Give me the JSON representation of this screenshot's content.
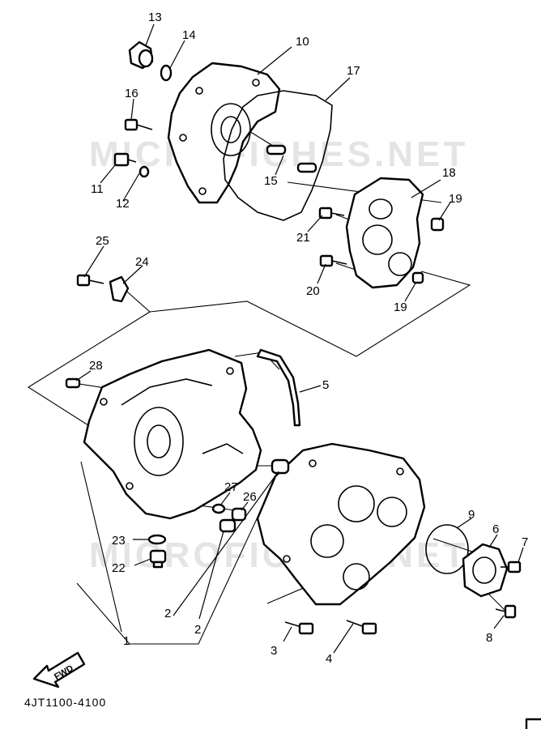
{
  "diagram_code": "4JT1100-4100",
  "fwd_label": "FWD",
  "watermark_top": "MICROFICHES.NET",
  "watermark_bottom": "MICROFICHES.NET",
  "callouts": [
    {
      "id": "c13",
      "text": "13"
    },
    {
      "id": "c14",
      "text": "14"
    },
    {
      "id": "c10",
      "text": "10"
    },
    {
      "id": "c17",
      "text": "17"
    },
    {
      "id": "c16",
      "text": "16"
    },
    {
      "id": "c11",
      "text": "11"
    },
    {
      "id": "c12",
      "text": "12"
    },
    {
      "id": "c15",
      "text": "15"
    },
    {
      "id": "c18",
      "text": "18"
    },
    {
      "id": "c19a",
      "text": "19"
    },
    {
      "id": "c21",
      "text": "21"
    },
    {
      "id": "c20",
      "text": "20"
    },
    {
      "id": "c19b",
      "text": "19"
    },
    {
      "id": "c25",
      "text": "25"
    },
    {
      "id": "c24",
      "text": "24"
    },
    {
      "id": "c28",
      "text": "28"
    },
    {
      "id": "c5",
      "text": "5"
    },
    {
      "id": "c27",
      "text": "27"
    },
    {
      "id": "c26",
      "text": "26"
    },
    {
      "id": "c23",
      "text": "23"
    },
    {
      "id": "c22",
      "text": "22"
    },
    {
      "id": "c9",
      "text": "9"
    },
    {
      "id": "c6",
      "text": "6"
    },
    {
      "id": "c7",
      "text": "7"
    },
    {
      "id": "c2a",
      "text": "2"
    },
    {
      "id": "c2b",
      "text": "2"
    },
    {
      "id": "c1",
      "text": "1"
    },
    {
      "id": "c3",
      "text": "3"
    },
    {
      "id": "c4",
      "text": "4"
    },
    {
      "id": "c8",
      "text": "8"
    }
  ]
}
